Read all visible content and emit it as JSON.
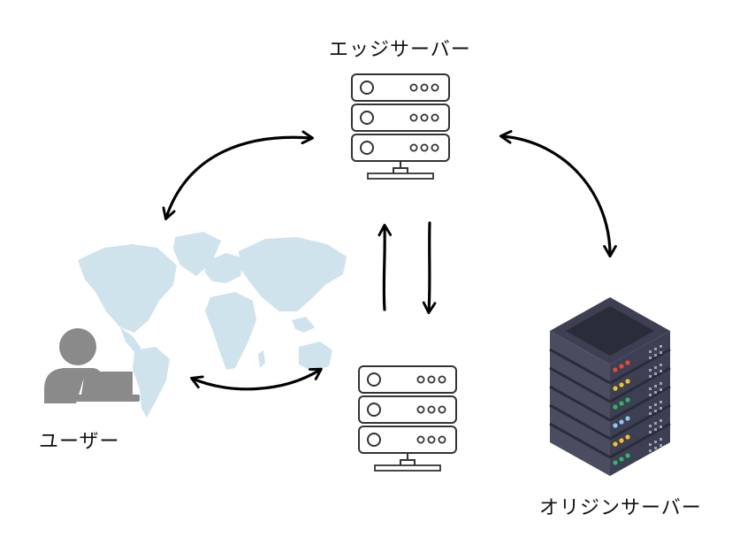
{
  "labels": {
    "edge_server": "エッジサーバー",
    "user": "ユーザー",
    "origin_server": "オリジンサーバー"
  },
  "colors": {
    "map": "#cfe3ec",
    "user_icon": "#8a8a8a",
    "origin_body": "#3d3f52",
    "origin_top": "#2b2c3a",
    "outline": "#333333",
    "arrow": "#000000",
    "led_red": "#e5493a",
    "led_yellow": "#f2c230",
    "led_green": "#35b46a",
    "led_blue": "#8ec8f0"
  }
}
